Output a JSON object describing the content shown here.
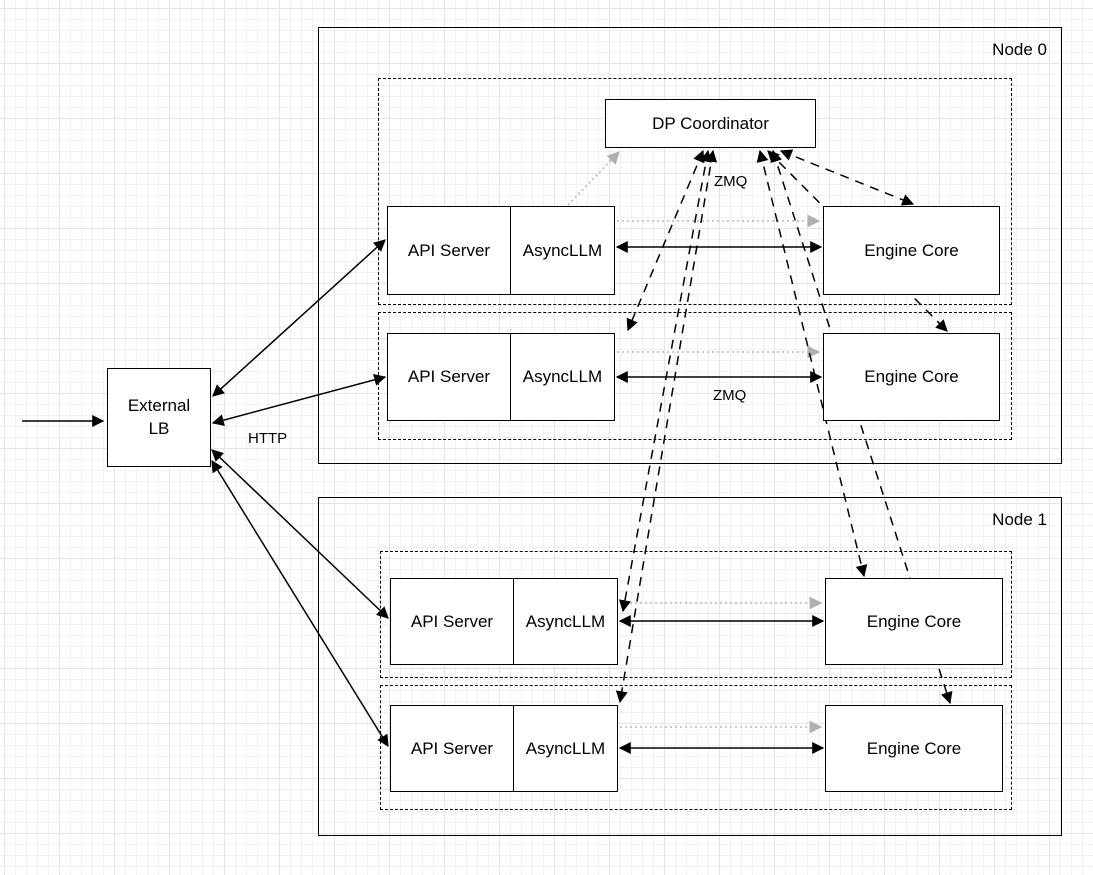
{
  "colors": {
    "stroke": "#000000",
    "box_fill": "#ffffff",
    "dotted_arrow": "#b8b8b8",
    "grid_minor": "#eff2f4",
    "grid_major": "#e2e6ea"
  },
  "diagram": {
    "external_lb": {
      "label": "External\nLB"
    },
    "node0": {
      "label": "Node 0",
      "dp_coordinator": "DP Coordinator",
      "rows": [
        {
          "api_server": "API Server",
          "async_llm": "AsyncLLM",
          "engine_core": "Engine Core"
        },
        {
          "api_server": "API Server",
          "async_llm": "AsyncLLM",
          "engine_core": "Engine Core"
        }
      ]
    },
    "node1": {
      "label": "Node 1",
      "rows": [
        {
          "api_server": "API Server",
          "async_llm": "AsyncLLM",
          "engine_core": "Engine Core"
        },
        {
          "api_server": "API Server",
          "async_llm": "AsyncLLM",
          "engine_core": "Engine Core"
        }
      ]
    },
    "edge_labels": {
      "http": "HTTP",
      "zmq_coordinator": "ZMQ",
      "zmq_engine": "ZMQ"
    }
  }
}
